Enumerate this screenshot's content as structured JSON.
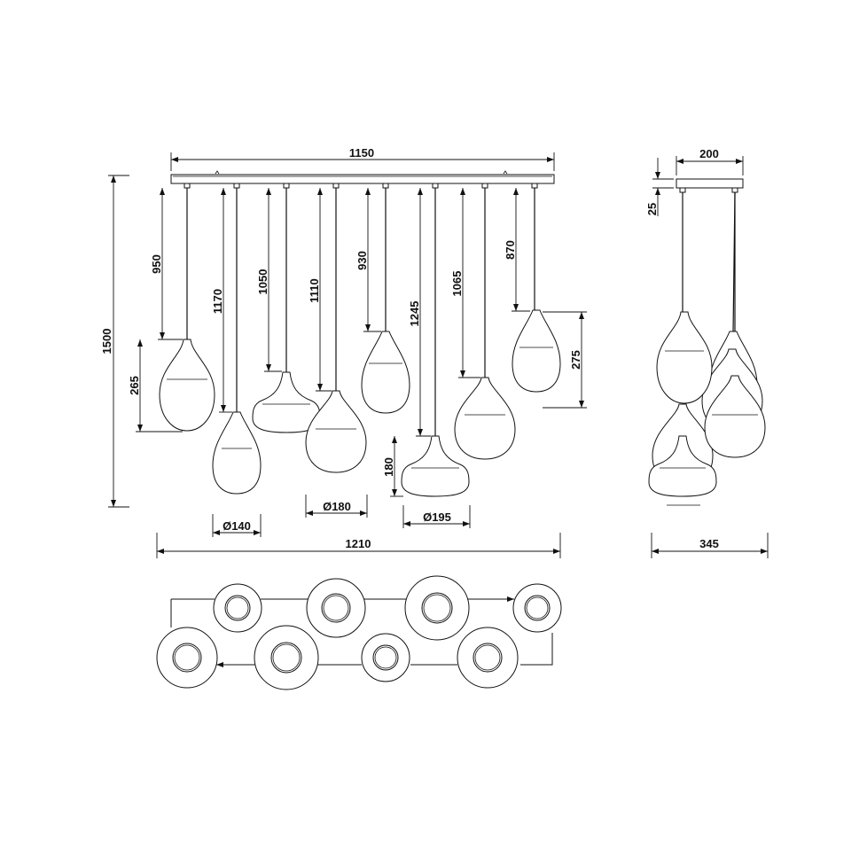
{
  "front_view": {
    "canopy_width": "1150",
    "total_height": "1500",
    "cord_lengths": [
      "950",
      "1170",
      "1050",
      "1110",
      "930",
      "1245",
      "1065",
      "870"
    ],
    "shade_heights": [
      "265",
      "275",
      "180"
    ],
    "diameters": [
      "Ø140",
      "Ø180",
      "Ø195"
    ],
    "total_width": "1210"
  },
  "side_view": {
    "canopy_depth": "200",
    "canopy_height": "25",
    "total_depth": "345"
  }
}
